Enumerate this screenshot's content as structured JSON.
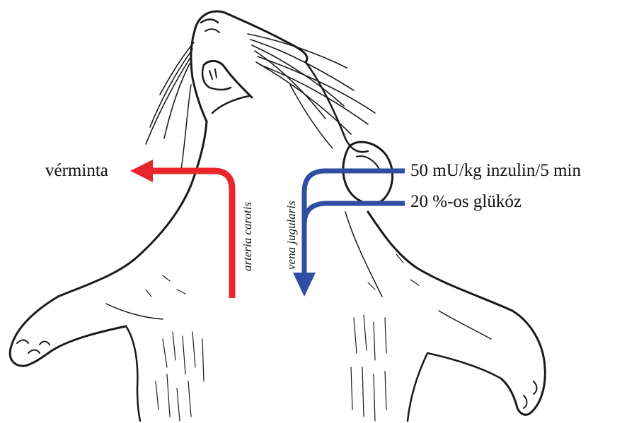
{
  "labels": {
    "blood_sample": "vérminta",
    "insulin": "50 mU/kg inzulin/5 min",
    "glucose": "20 %-os glükóz",
    "artery": "arteria carotis",
    "vein": "vena jugularis"
  },
  "colors": {
    "artery_arrow": "#e8262b",
    "vein_arrow": "#2e4ea3",
    "line_art": "#1a1a1a"
  },
  "illustration": {
    "subject": "rat-head-and-neck-line-drawing"
  }
}
